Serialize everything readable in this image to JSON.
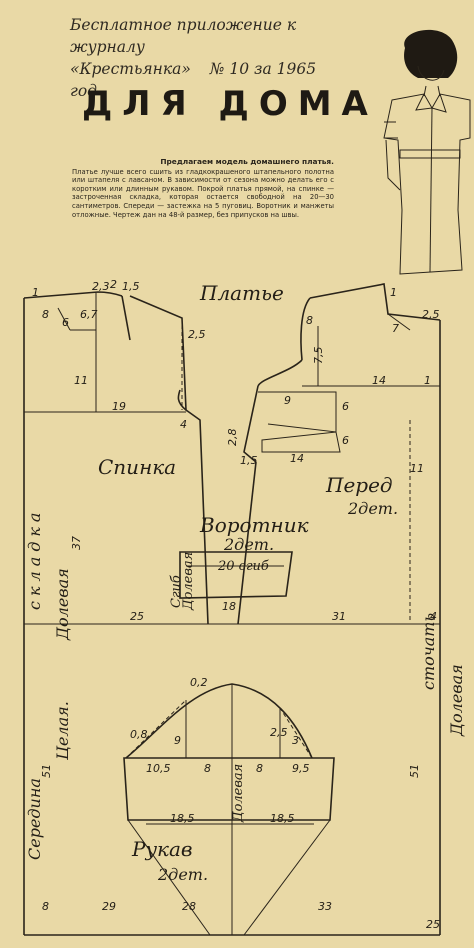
{
  "header": {
    "line1": "Бесплатное приложение к журналу",
    "journal": "«Крестьянка»",
    "issue": "№ 10 за 1965 год"
  },
  "title": "ДЛЯ ДОМА",
  "description": {
    "intro": "Предлагаем модель домашнего платья.",
    "body": "Платье лучше всего сшить из гладкокрашеного штапельного полотна или штапеля с лавсаном. В зависимости от сезона можно делать его с коротким или длинным рукавом. Покрой платья прямой, на спинке — застроченная складка, которая остается свободной на 20—30 сантиметров. Спереди — застежка на 5 пуговиц. Воротник и манжеты отложные. Чертеж дан на 48-й размер, без припусков на швы."
  },
  "labels": {
    "dress": "Платье",
    "back": "Спинка",
    "front": "Перед",
    "front_count": "2дет.",
    "collar": "Воротник",
    "collar_count": "2дет.",
    "collar_fold": "20 сгиб",
    "fold_grain": "Сгиб",
    "fold_grain2": "Долевая",
    "sleeve": "Рукав",
    "sleeve_count": "2дет.",
    "side_fold": "складка",
    "side_grain": "Долевая",
    "side_whole": "Целая.",
    "side_mid": "Середина",
    "right_seam": "сточать",
    "right_grain": "Долевая",
    "sleeve_grain": "Долевая"
  },
  "measures": {
    "m8a": "8",
    "m6": "6",
    "m67": "6,7",
    "m23": "2,3",
    "m2": "2",
    "m15": "1,5",
    "m1a": "1",
    "m25a": "2,5",
    "m11a": "11",
    "m19": "19",
    "m4a": "4",
    "m37": "37",
    "m25b": "25",
    "m18": "18",
    "m31": "31",
    "m1b": "1",
    "m25c": "2,5",
    "m7": "7",
    "m8b": "8",
    "m75": "7,5",
    "m14": "14",
    "m1c": "1",
    "m4b": "4",
    "m9a": "9",
    "m6b": "6",
    "m6c": "6",
    "m28": "2,8",
    "m15b": "1,5",
    "m14b": "14",
    "m11b": "11",
    "m02": "0,2",
    "m08": "0,8",
    "m9b": "9",
    "m25d": "2,5",
    "m3": "3",
    "m105": "10,5",
    "m8c": "8",
    "m8d": "8",
    "m95": "9,5",
    "m51a": "51",
    "m51b": "51",
    "m185a": "18,5",
    "m185b": "18,5",
    "m8e": "8",
    "m29": "29",
    "m28b": "28",
    "m33": "33",
    "m25e": "25"
  }
}
